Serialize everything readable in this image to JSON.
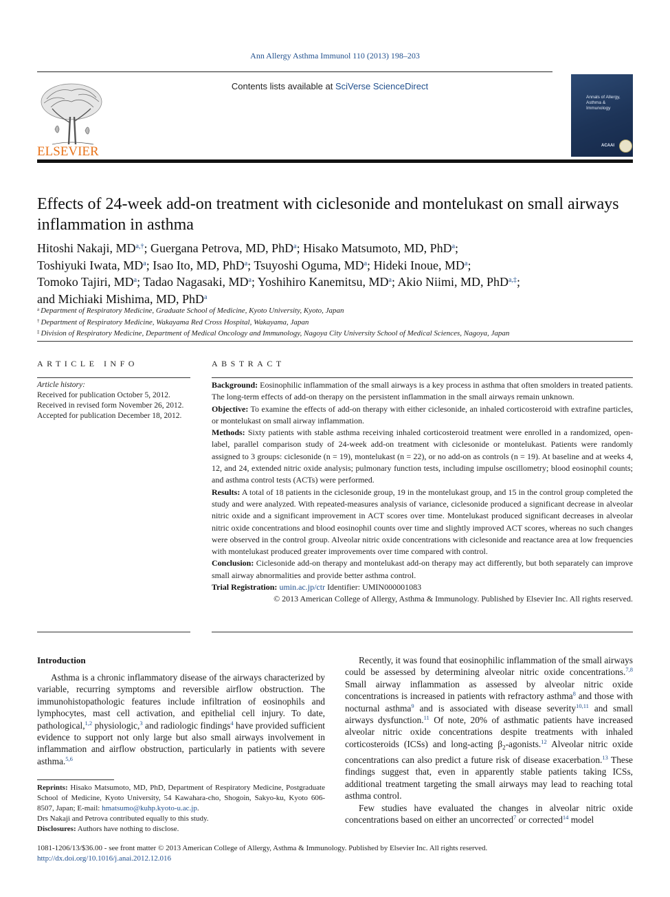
{
  "journal_citation": "Ann Allergy Asthma Immunol 110 (2013) 198–203",
  "header": {
    "contents_prefix": "Contents lists available at ",
    "contents_link": "SciVerse ScienceDirect",
    "publisher_logo_text": "ELSEVIER",
    "cover_title": "Annals of Allergy, Asthma & Immunology",
    "cover_badge": "ACAAI"
  },
  "article": {
    "title": "Effects of 24-week add-on treatment with ciclesonide and montelukast on small airways inflammation in asthma",
    "authors": [
      {
        "name": "Hitoshi Nakaji, MD",
        "marks": "a,†",
        "sep": "; "
      },
      {
        "name": "Guergana Petrova, MD, PhD",
        "marks": "a",
        "sep": "; "
      },
      {
        "name": "Hisako Matsumoto, MD, PhD",
        "marks": "a",
        "sep": ";"
      },
      {
        "name": "Toshiyuki Iwata, MD",
        "marks": "a",
        "sep": "; "
      },
      {
        "name": "Isao Ito, MD, PhD",
        "marks": "a",
        "sep": "; "
      },
      {
        "name": "Tsuyoshi Oguma, MD",
        "marks": "a",
        "sep": "; "
      },
      {
        "name": "Hideki Inoue, MD",
        "marks": "a",
        "sep": ";"
      },
      {
        "name": "Tomoko Tajiri, MD",
        "marks": "a",
        "sep": "; "
      },
      {
        "name": "Tadao Nagasaki, MD",
        "marks": "a",
        "sep": "; "
      },
      {
        "name": "Yoshihiro Kanemitsu, MD",
        "marks": "a",
        "sep": "; "
      },
      {
        "name": "Akio Niimi, MD, PhD",
        "marks": "a,‡",
        "sep": ";"
      },
      {
        "name": "and Michiaki Mishima, MD, PhD",
        "marks": "a",
        "sep": ""
      }
    ],
    "affiliations": [
      {
        "mark": "a",
        "text": "Department of Respiratory Medicine, Graduate School of Medicine, Kyoto University, Kyoto, Japan"
      },
      {
        "mark": "†",
        "text": "Department of Respiratory Medicine, Wakayama Red Cross Hospital, Wakayama, Japan"
      },
      {
        "mark": "‡",
        "text": "Division of Respiratory Medicine, Department of Medical Oncology and Immunology, Nagoya City University School of Medical Sciences, Nagoya, Japan"
      }
    ]
  },
  "article_info": {
    "heading": "ARTICLE INFO",
    "history_label": "Article history:",
    "received": "Received for publication October 5, 2012.",
    "revised": "Received in revised form November 26, 2012.",
    "accepted": "Accepted for publication December 18, 2012."
  },
  "abstract": {
    "heading": "ABSTRACT",
    "sections": [
      {
        "label": "Background:",
        "text": "Eosinophilic inflammation of the small airways is a key process in asthma that often smolders in treated patients. The long-term effects of add-on therapy on the persistent inflammation in the small airways remain unknown."
      },
      {
        "label": "Objective:",
        "text": "To examine the effects of add-on therapy with either ciclesonide, an inhaled corticosteroid with extrafine particles, or montelukast on small airway inflammation."
      },
      {
        "label": "Methods:",
        "text": "Sixty patients with stable asthma receiving inhaled corticosteroid treatment were enrolled in a randomized, open-label, parallel comparison study of 24-week add-on treatment with ciclesonide or montelukast. Patients were randomly assigned to 3 groups: ciclesonide (n = 19), montelukast (n = 22), or no add-on as controls (n = 19). At baseline and at weeks 4, 12, and 24, extended nitric oxide analysis; pulmonary function tests, including impulse oscillometry; blood eosinophil counts; and asthma control tests (ACTs) were performed."
      },
      {
        "label": "Results:",
        "text": "A total of 18 patients in the ciclesonide group, 19 in the montelukast group, and 15 in the control group completed the study and were analyzed. With repeated-measures analysis of variance, ciclesonide produced a significant decrease in alveolar nitric oxide and a significant improvement in ACT scores over time. Montelukast produced significant decreases in alveolar nitric oxide concentrations and blood eosinophil counts over time and slightly improved ACT scores, whereas no such changes were observed in the control group. Alveolar nitric oxide concentrations with ciclesonide and reactance area at low frequencies with montelukast produced greater improvements over time compared with control."
      },
      {
        "label": "Conclusion:",
        "text": "Ciclesonide add-on therapy and montelukast add-on therapy may act differently, but both separately can improve small airway abnormalities and provide better asthma control."
      }
    ],
    "trial_label": "Trial Registration:",
    "trial_link": "umin.ac.jp/ctr",
    "trial_identifier": "Identifier: UMIN000001083",
    "copyright": "© 2013 American College of Allergy, Asthma & Immunology. Published by Elsevier Inc. All rights reserved."
  },
  "body": {
    "intro_heading": "Introduction",
    "left_para": [
      {
        "t": "Asthma is a chronic inflammatory disease of the airways characterized by variable, recurring symptoms and reversible airflow obstruction. The immunohistopathologic features include infiltration of eosinophils and lymphocytes, mast cell activation, and epithelial cell injury. To date, pathological,"
      },
      {
        "r": "1,2"
      },
      {
        "t": " physiologic,"
      },
      {
        "r": "3"
      },
      {
        "t": " and radiologic findings"
      },
      {
        "r": "4"
      },
      {
        "t": " have provided sufficient evidence to support not only large but also small airways involvement in inflammation and airflow obstruction, particularly in patients with severe asthma."
      },
      {
        "r": "5,6"
      }
    ],
    "right_para1": [
      {
        "t": "Recently, it was found that eosinophilic inflammation of the small airways could be assessed by determining alveolar nitric oxide concentrations."
      },
      {
        "r": "7,8"
      },
      {
        "t": " Small airway inflammation as assessed by alveolar nitric oxide concentrations is increased in patients with refractory asthma"
      },
      {
        "r": "8"
      },
      {
        "t": " and those with nocturnal asthma"
      },
      {
        "r": "9"
      },
      {
        "t": " and is associated with disease severity"
      },
      {
        "r": "10,11"
      },
      {
        "t": " and small airways dysfunction."
      },
      {
        "r": "11"
      },
      {
        "t": " Of note, 20% of asthmatic patients have increased alveolar nitric oxide concentrations despite treatments with inhaled corticosteroids (ICSs) and long-acting β"
      },
      {
        "s": "2"
      },
      {
        "t": "-agonists."
      },
      {
        "r": "12"
      },
      {
        "t": " Alveolar nitric oxide concentrations can also predict a future risk of disease exacerbation."
      },
      {
        "r": "13"
      },
      {
        "t": " These findings suggest that, even in apparently stable patients taking ICSs, additional treatment targeting the small airways may lead to reaching total asthma control."
      }
    ],
    "right_para2": [
      {
        "t": "Few studies have evaluated the changes in alveolar nitric oxide concentrations based on either an uncorrected"
      },
      {
        "r": "7"
      },
      {
        "t": " or corrected"
      },
      {
        "r": "14"
      },
      {
        "t": " model"
      }
    ]
  },
  "footnotes": {
    "reprints_label": "Reprints:",
    "reprints_text": "Hisako Matsumoto, MD, PhD, Department of Respiratory Medicine, Postgraduate School of Medicine, Kyoto University, 54 Kawahara-cho, Shogoin, Sakyo-ku, Kyoto 606-8507, Japan; E-mail: ",
    "reprints_email": "hmatsumo@kuhp.kyoto-u.ac.jp",
    "reprints_end": ".",
    "equal_contribution": "Drs Nakaji and Petrova contributed equally to this study.",
    "disclosures_label": "Disclosures:",
    "disclosures_text": "Authors have nothing to disclose."
  },
  "bottom": {
    "issn_line": "1081-1206/13/$36.00 - see front matter © 2013 American College of Allergy, Asthma & Immunology. Published by Elsevier Inc. All rights reserved.",
    "doi": "http://dx.doi.org/10.1016/j.anai.2012.12.016"
  },
  "colors": {
    "link": "#1f4e8c",
    "elsevier_orange": "#e8731a",
    "cover_blue": "#1d3458"
  }
}
